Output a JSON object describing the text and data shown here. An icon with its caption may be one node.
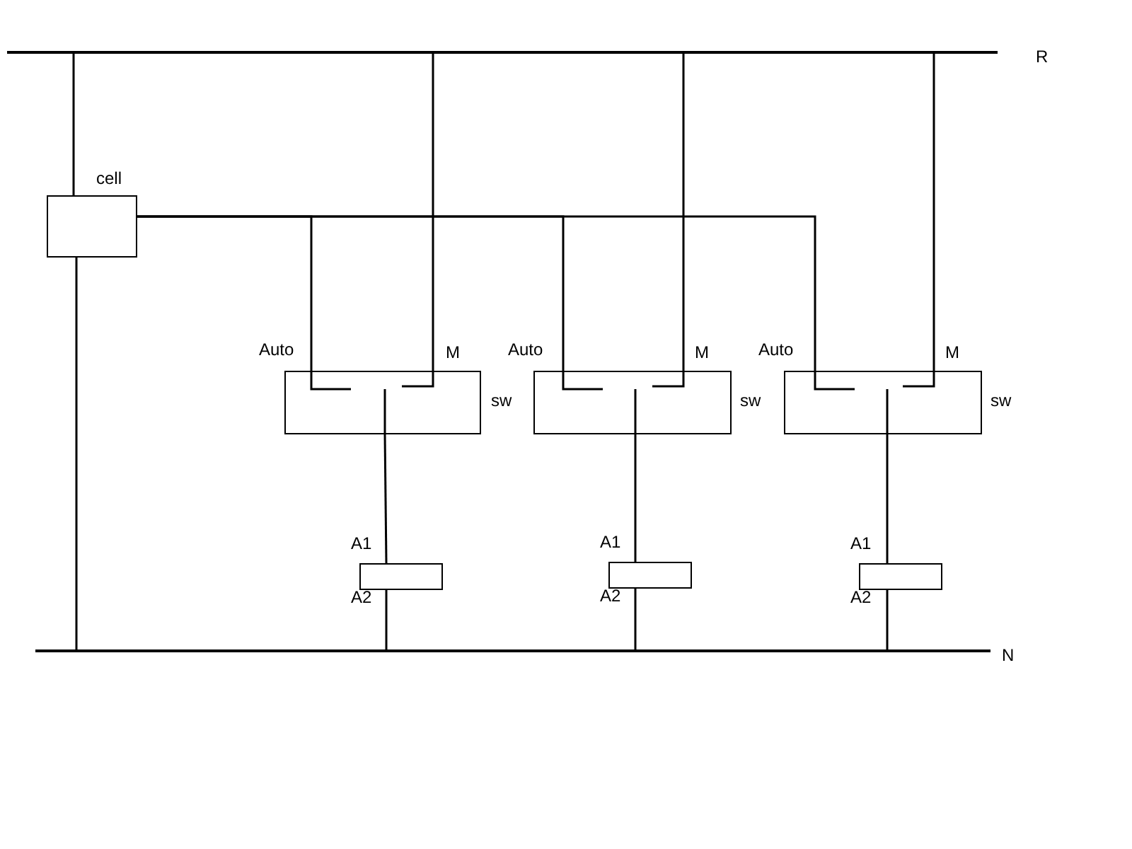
{
  "diagram": {
    "nodes": [
      {
        "text": [],
        "shape": "bar",
        "beside": [
          "R"
        ]
      },
      {
        "text": [],
        "shape": "bar",
        "beside": [
          "N"
        ]
      },
      {
        "text": [
          "cell"
        ]
      },
      {
        "text": [],
        "shape": "box",
        "beside": [
          "Auto",
          "M",
          "sw"
        ]
      },
      {
        "text": [],
        "shape": "box",
        "beside": [
          "Auto",
          "M",
          "sw"
        ]
      },
      {
        "text": [],
        "shape": "box",
        "beside": [
          "Auto",
          "M",
          "sw"
        ]
      },
      {
        "text": [],
        "shape": "box",
        "beside": [
          "A1",
          "A2"
        ]
      },
      {
        "text": [],
        "shape": "box",
        "beside": [
          "A1",
          "A2"
        ]
      },
      {
        "text": [],
        "shape": "box",
        "beside": [
          "A1",
          "A2"
        ]
      }
    ],
    "edges": [
      {
        "from": 0,
        "to": 2,
        "arrow": "none"
      },
      {
        "from": 2,
        "to": 1,
        "arrow": "none"
      },
      {
        "from": 2,
        "to": 3,
        "arrow": "none"
      },
      {
        "from": 2,
        "to": 4,
        "arrow": "none"
      },
      {
        "from": 2,
        "to": 5,
        "arrow": "none"
      },
      {
        "from": 0,
        "to": 3,
        "arrow": "none"
      },
      {
        "from": 0,
        "to": 4,
        "arrow": "none"
      },
      {
        "from": 0,
        "to": 5,
        "arrow": "none"
      },
      {
        "from": 3,
        "to": 6,
        "arrow": "none"
      },
      {
        "from": 4,
        "to": 7,
        "arrow": "none"
      },
      {
        "from": 5,
        "to": 8,
        "arrow": "none"
      },
      {
        "from": 6,
        "to": 1,
        "arrow": "none"
      },
      {
        "from": 7,
        "to": 1,
        "arrow": "none"
      },
      {
        "from": 8,
        "to": 1,
        "arrow": "none"
      }
    ]
  }
}
